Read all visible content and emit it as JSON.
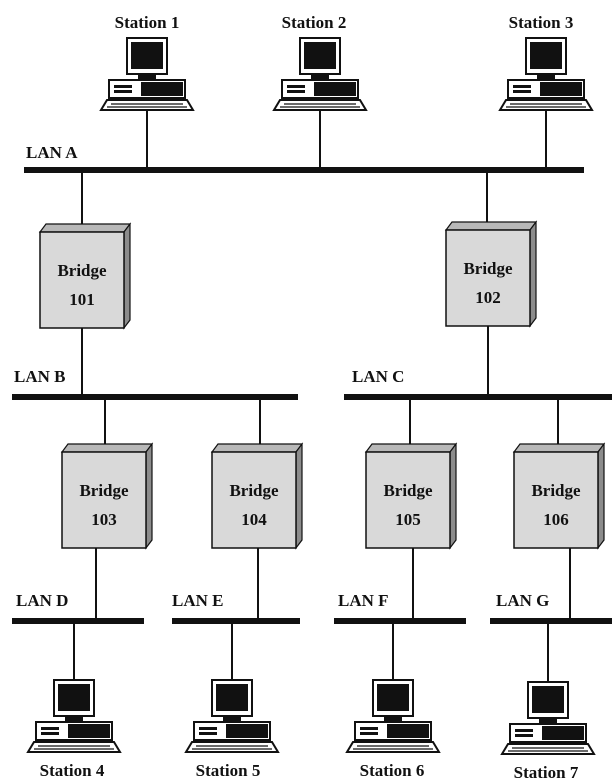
{
  "stations": {
    "s1": "Station 1",
    "s2": "Station 2",
    "s3": "Station 3",
    "s4": "Station 4",
    "s5": "Station 5",
    "s6": "Station 6",
    "s7": "Station 7"
  },
  "lans": {
    "a": "LAN A",
    "b": "LAN B",
    "c": "LAN C",
    "d": "LAN D",
    "e": "LAN E",
    "f": "LAN F",
    "g": "LAN G"
  },
  "bridges": {
    "b101": {
      "word": "Bridge",
      "num": "101"
    },
    "b102": {
      "word": "Bridge",
      "num": "102"
    },
    "b103": {
      "word": "Bridge",
      "num": "103"
    },
    "b104": {
      "word": "Bridge",
      "num": "104"
    },
    "b105": {
      "word": "Bridge",
      "num": "105"
    },
    "b106": {
      "word": "Bridge",
      "num": "106"
    }
  }
}
